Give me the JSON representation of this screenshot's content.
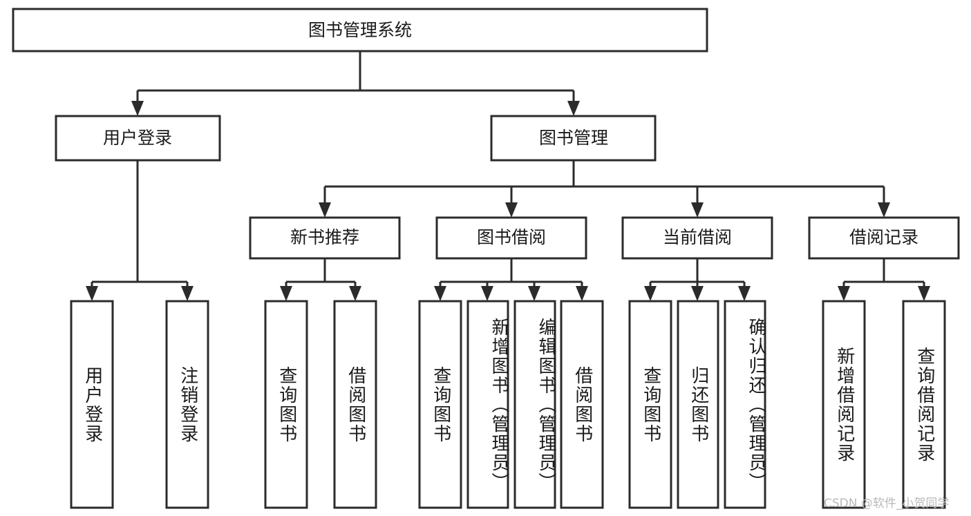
{
  "diagram": {
    "type": "tree-hierarchy-flowchart",
    "title": "图书管理系统",
    "background_color": "#ffffff",
    "line_color": "#2b2b2b",
    "text_color": "#1a1a1a",
    "levels": [
      {
        "level": 1,
        "nodes": [
          {
            "id": "root",
            "label": "图书管理系统",
            "orientation": "horizontal"
          }
        ]
      },
      {
        "level": 2,
        "nodes": [
          {
            "id": "user-login",
            "label": "用户登录",
            "orientation": "horizontal",
            "parent": "root"
          },
          {
            "id": "book-manage",
            "label": "图书管理",
            "orientation": "horizontal",
            "parent": "root"
          }
        ]
      },
      {
        "level": 3,
        "nodes": [
          {
            "id": "new-book-recommend",
            "label": "新书推荐",
            "orientation": "horizontal",
            "parent": "book-manage"
          },
          {
            "id": "book-borrow",
            "label": "图书借阅",
            "orientation": "horizontal",
            "parent": "book-manage"
          },
          {
            "id": "current-borrow",
            "label": "当前借阅",
            "orientation": "horizontal",
            "parent": "book-manage"
          },
          {
            "id": "borrow-record",
            "label": "借阅记录",
            "orientation": "horizontal",
            "parent": "book-manage"
          }
        ]
      },
      {
        "level": 4,
        "nodes": [
          {
            "id": "leaf-user-login",
            "label": "用户登录",
            "orientation": "vertical",
            "parent": "user-login"
          },
          {
            "id": "leaf-logout-login",
            "label": "注销登录",
            "orientation": "vertical",
            "parent": "user-login"
          },
          {
            "id": "leaf-query-book-1",
            "label": "查询图书",
            "orientation": "vertical",
            "parent": "new-book-recommend"
          },
          {
            "id": "leaf-borrow-book-1",
            "label": "借阅图书",
            "orientation": "vertical",
            "parent": "new-book-recommend"
          },
          {
            "id": "leaf-query-book-2",
            "label": "查询图书",
            "orientation": "vertical",
            "parent": "book-borrow"
          },
          {
            "id": "leaf-add-book-admin",
            "label": "新增图书（管理员）",
            "orientation": "vertical",
            "parent": "book-borrow"
          },
          {
            "id": "leaf-edit-book-admin",
            "label": "编辑图书（管理员）",
            "orientation": "vertical",
            "parent": "book-borrow"
          },
          {
            "id": "leaf-borrow-book-2",
            "label": "借阅图书",
            "orientation": "vertical",
            "parent": "book-borrow"
          },
          {
            "id": "leaf-query-book-3",
            "label": "查询图书",
            "orientation": "vertical",
            "parent": "current-borrow"
          },
          {
            "id": "leaf-return-book",
            "label": "归还图书",
            "orientation": "vertical",
            "parent": "current-borrow"
          },
          {
            "id": "leaf-confirm-return-admin",
            "label": "确认归还（管理员）",
            "orientation": "vertical",
            "parent": "current-borrow"
          },
          {
            "id": "leaf-add-borrow-record",
            "label": "新增借阅记录",
            "orientation": "vertical",
            "parent": "borrow-record"
          },
          {
            "id": "leaf-query-borrow-record",
            "label": "查询借阅记录",
            "orientation": "vertical",
            "parent": "borrow-record"
          }
        ]
      }
    ]
  },
  "watermark": {
    "text": "CSDN @软件_小贺同学"
  }
}
